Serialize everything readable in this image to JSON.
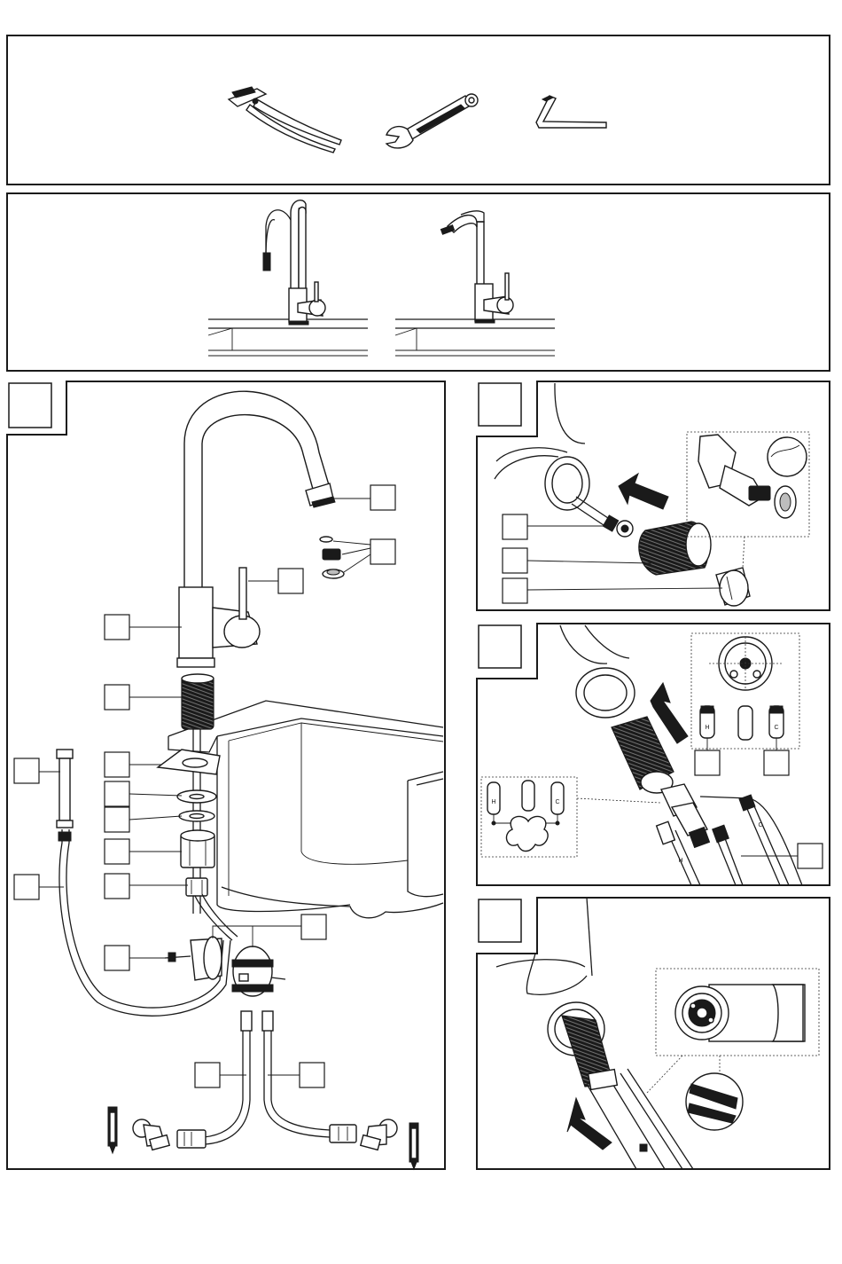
{
  "tools": [
    {
      "name": "pipe-pliers"
    },
    {
      "name": "adjustable-wrench"
    },
    {
      "name": "hex-key"
    }
  ],
  "valve_labels": {
    "hot": "H",
    "cold": "C"
  },
  "colors": {
    "line": "#1a1a1a",
    "background": "#ffffff",
    "shade": "#bdbdbd"
  }
}
